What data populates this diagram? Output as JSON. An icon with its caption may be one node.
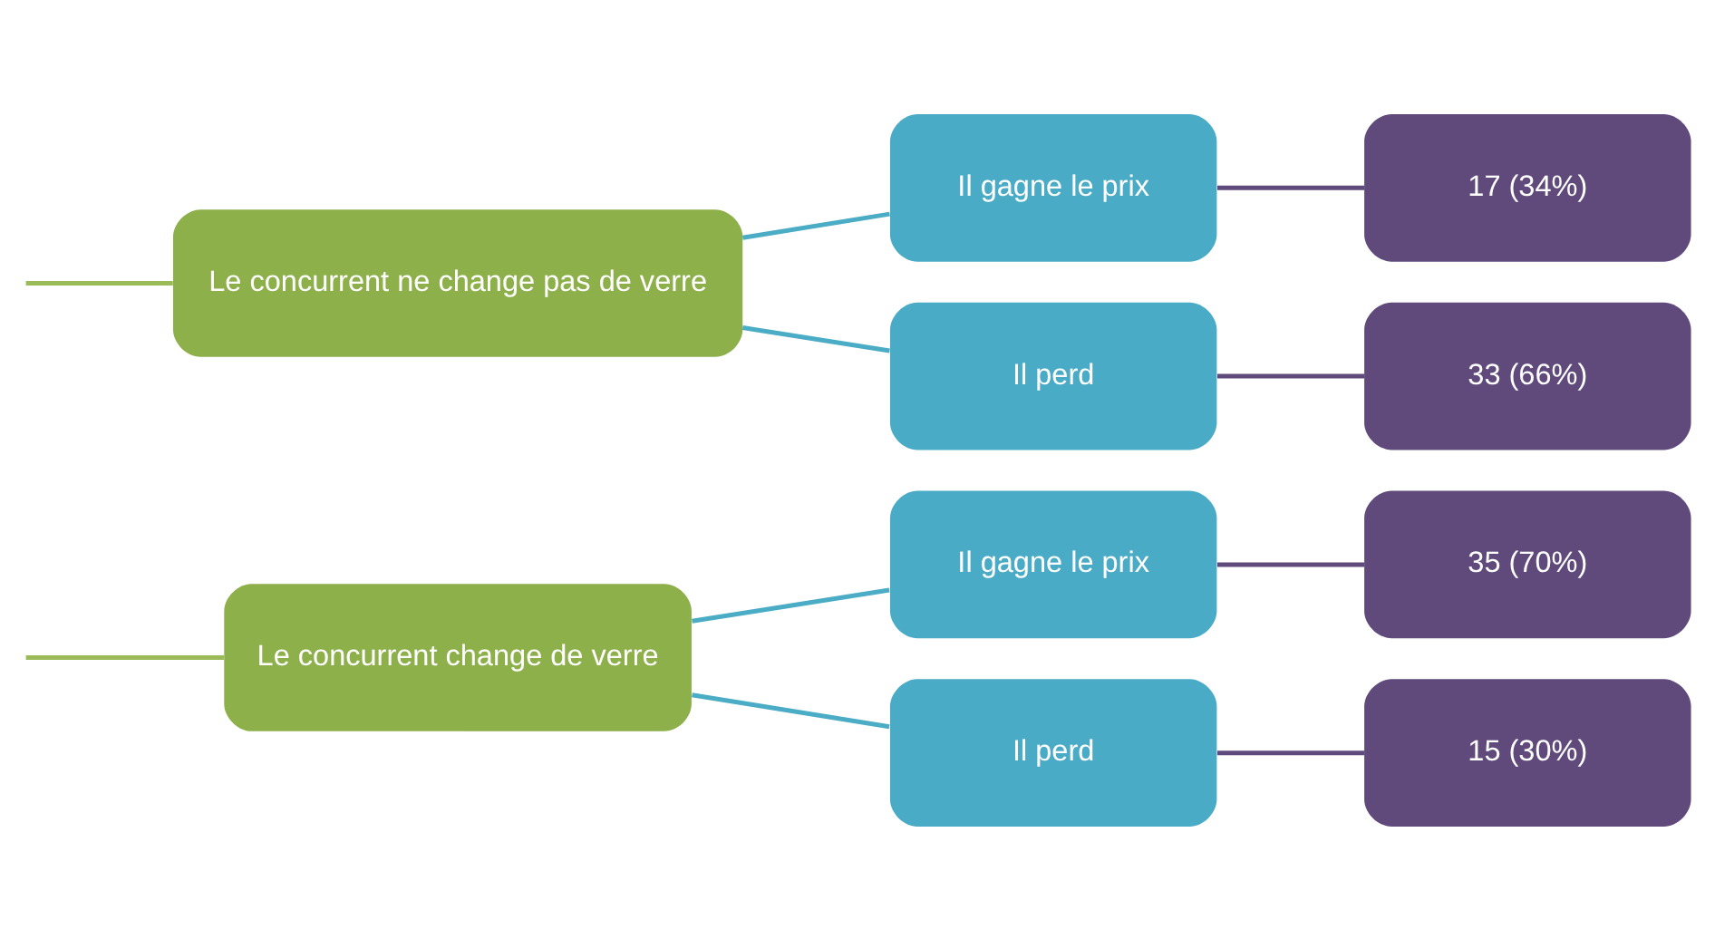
{
  "diagram": {
    "nodes": [
      {
        "text": [
          "Le concurrent change de verre"
        ]
      },
      {
        "text": [
          "Il gagne le prix"
        ]
      },
      {
        "text": [
          "35 (70%)"
        ]
      },
      {
        "text": [
          "Il perd"
        ]
      },
      {
        "text": [
          "15 (30%)"
        ]
      },
      {
        "text": [
          "Le concurrent ne change pas de verre"
        ]
      },
      {
        "text": [
          "Il gagne le prix"
        ]
      },
      {
        "text": [
          "17 (34%)"
        ]
      },
      {
        "text": [
          "Il perd"
        ]
      },
      {
        "text": [
          "33 (66%)"
        ]
      }
    ],
    "edges": [
      {
        "from": null,
        "to": 0,
        "arrow": "none",
        "color": "#9bbb59"
      },
      {
        "from": null,
        "to": 5,
        "arrow": "none",
        "color": "#9bbb59"
      },
      {
        "from": 0,
        "to": 1,
        "arrow": "none"
      },
      {
        "from": 0,
        "to": 3,
        "arrow": "none"
      },
      {
        "from": 1,
        "to": 2,
        "arrow": "none",
        "color": "#604a7b"
      },
      {
        "from": 3,
        "to": 4,
        "arrow": "none",
        "color": "#604a7b"
      },
      {
        "from": 5,
        "to": 6,
        "arrow": "none"
      },
      {
        "from": 5,
        "to": 8,
        "arrow": "none"
      },
      {
        "from": 6,
        "to": 7,
        "arrow": "none",
        "color": "#604a7b"
      },
      {
        "from": 8,
        "to": 9,
        "arrow": "none",
        "color": "#604a7b"
      }
    ]
  }
}
